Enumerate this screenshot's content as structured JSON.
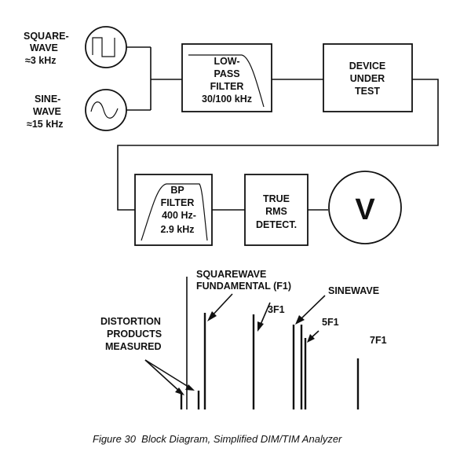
{
  "sources": {
    "square": {
      "line1": "SQUARE-",
      "line2": "WAVE",
      "line3": "≈3 kHz"
    },
    "sine": {
      "line1": "SINE-",
      "line2": "WAVE",
      "line3": "≈15 kHz"
    }
  },
  "blocks": {
    "lowpass": {
      "line1": "LOW-",
      "line2": "PASS",
      "line3": "FILTER",
      "line4": "30/100 kHz"
    },
    "dut": {
      "line1": "DEVICE",
      "line2": "UNDER",
      "line3": "TEST"
    },
    "bandpass": {
      "line1": "BP",
      "line2": "FILTER",
      "line3": "400 Hz-",
      "line4": "2.9 kHz"
    },
    "rms": {
      "line1": "TRUE",
      "line2": "RMS",
      "line3": "DETECT."
    },
    "meter": {
      "symbol": "V"
    }
  },
  "spectrum": {
    "fundamental": {
      "line1": "SQUAREWAVE",
      "line2": "FUNDAMENTAL (F1)"
    },
    "sinewave": "SINEWAVE",
    "h3": "3F1",
    "h5": "5F1",
    "h7": "7F1",
    "distortion": {
      "line1": "DISTORTION",
      "line2": "PRODUCTS",
      "line3": "MEASURED"
    }
  },
  "caption": "Figure 30  Block Diagram, Simplified DIM/TIM Analyzer"
}
